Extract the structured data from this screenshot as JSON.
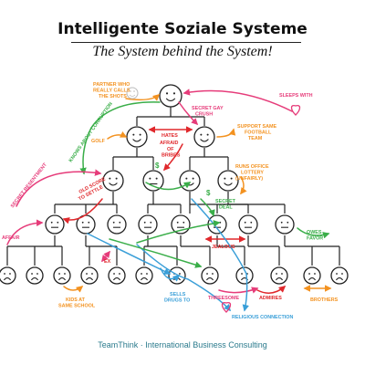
{
  "header": {
    "title": "Intelligente Soziale Systeme",
    "subtitle": "The System behind the System!"
  },
  "footer": {
    "text": "TeamThink · International Business Consulting"
  },
  "colors": {
    "orange": "#f39220",
    "pink": "#e63c7a",
    "red": "#e0282c",
    "green": "#3aae49",
    "blue": "#3a9fd8",
    "tree": "#222222"
  },
  "icons": {
    "happy": "smiley-face-icon",
    "neutral": "neutral-face-icon",
    "sad": "frowning-face-icon",
    "heart": "heart-icon",
    "dollar": "dollar-sign-icon"
  },
  "annotations": {
    "partner": [
      "PARTNER WHO",
      "REALLY CALLS",
      "THE SHOTS"
    ],
    "sleeps_with": [
      "SLEEPS WITH"
    ],
    "secret_gay_crush": [
      "SECRET GAY",
      "CRUSH"
    ],
    "knows_corruption": [
      "KNOWS ABOUT CORRUPTION"
    ],
    "golf": [
      "GOLF"
    ],
    "hates": [
      "HATES"
    ],
    "afraid": [
      "AFRAID"
    ],
    "of_bribes": [
      "OF",
      "BRIBES"
    ],
    "football": [
      "SUPPORT SAME",
      "FOOTBALL",
      "TEAM"
    ],
    "lottery": [
      "RUNS OFFICE",
      "LOTTERY",
      "(UNFAIRLY)"
    ],
    "secret_resentment": [
      "SECRET RESENTMENT"
    ],
    "old_score": [
      "OLD SCORE",
      "TO SETTLE"
    ],
    "secret_deal": [
      "SECRET",
      "DEAL"
    ],
    "affair": [
      "AFFAIR"
    ],
    "owes_favor": [
      "OWES",
      "FAVOR"
    ],
    "jealous": [
      "JEALOUS"
    ],
    "ex": [
      "EX"
    ],
    "kids_school": [
      "KIDS AT",
      "SAME SCHOOL"
    ],
    "sells_drugs": [
      "SELLS",
      "DRUGS TO"
    ],
    "threesome": [
      "THREESOME"
    ],
    "admires": [
      "ADMIRES"
    ],
    "brothers": [
      "BROTHERS"
    ],
    "religious": [
      "RELIGIOUS CONNECTION"
    ]
  }
}
